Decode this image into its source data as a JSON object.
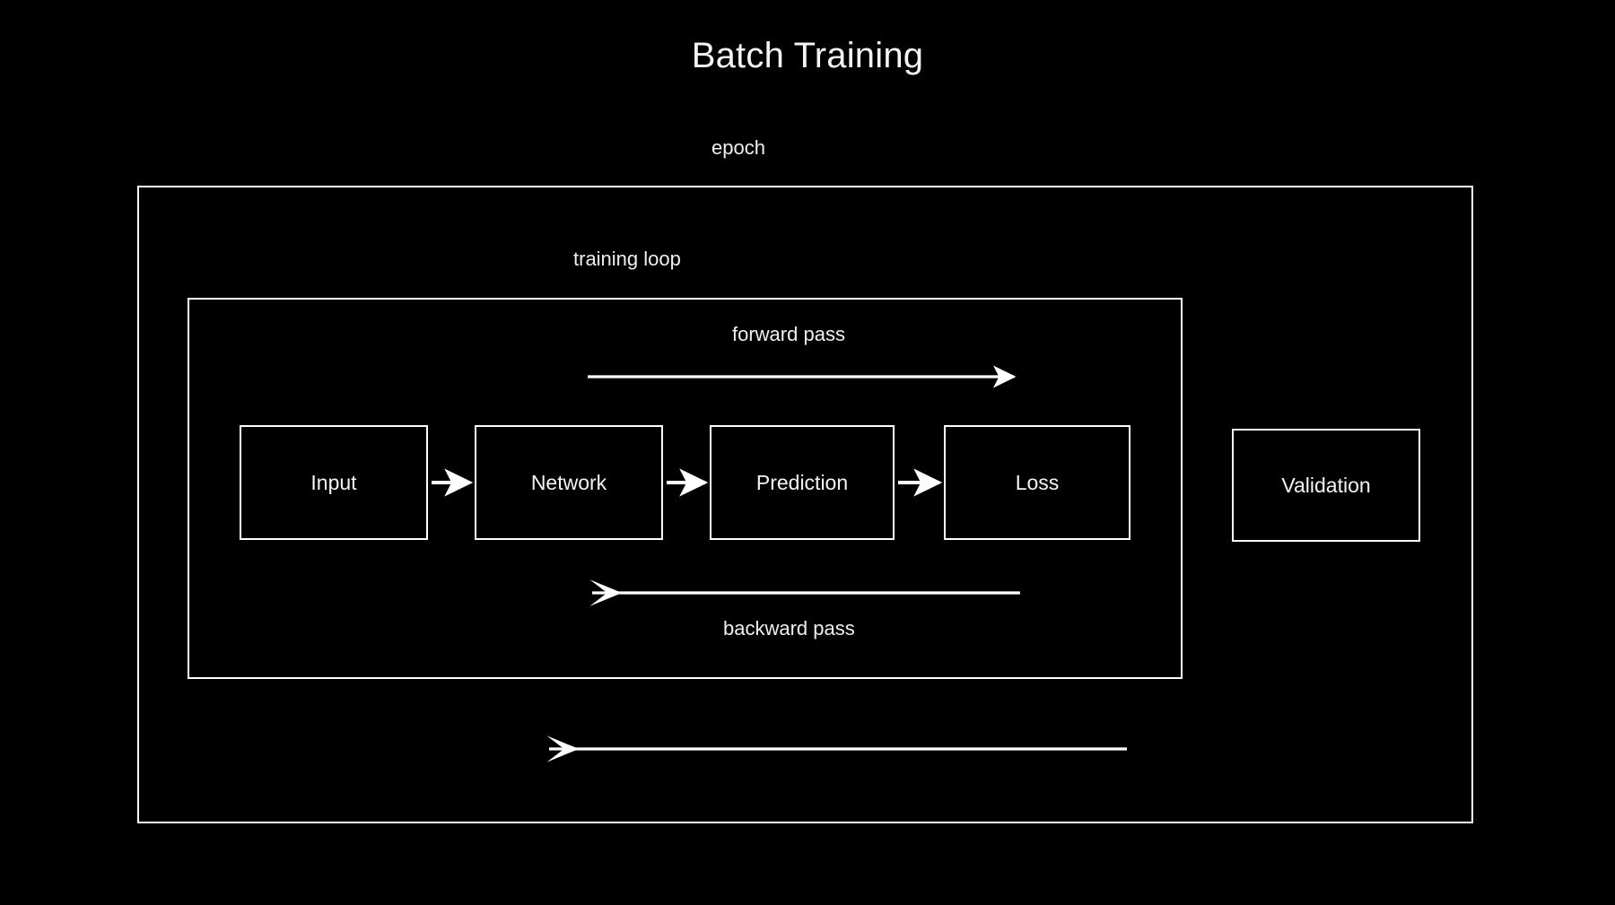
{
  "diagram": {
    "title": "Batch Training",
    "background_color": "#000000",
    "stroke_color": "#ffffff",
    "text_color": "#f4f4f4"
  },
  "outer_container": {
    "label": "epoch"
  },
  "inner_container": {
    "label": "training loop"
  },
  "flow_labels": {
    "forward": "forward pass",
    "backward": "backward pass"
  },
  "nodes": [
    {
      "id": "input",
      "label": "Input"
    },
    {
      "id": "network",
      "label": "Network"
    },
    {
      "id": "prediction",
      "label": "Prediction"
    },
    {
      "id": "loss",
      "label": "Loss"
    },
    {
      "id": "validation",
      "label": "Validation"
    }
  ],
  "connections": [
    {
      "id": "input-to-network",
      "from": "Input",
      "to": "Network",
      "direction": "right"
    },
    {
      "id": "network-to-prediction",
      "from": "Network",
      "to": "Prediction",
      "direction": "right"
    },
    {
      "id": "prediction-to-loss",
      "from": "Prediction",
      "to": "Loss",
      "direction": "right"
    },
    {
      "id": "forward-pass-arrow",
      "from": "Input",
      "to": "Loss",
      "direction": "right"
    },
    {
      "id": "backward-pass-arrow",
      "from": "Loss",
      "to": "Input",
      "direction": "left"
    },
    {
      "id": "epoch-loop-arrow",
      "from": "training loop end",
      "to": "training loop start",
      "direction": "left"
    }
  ]
}
